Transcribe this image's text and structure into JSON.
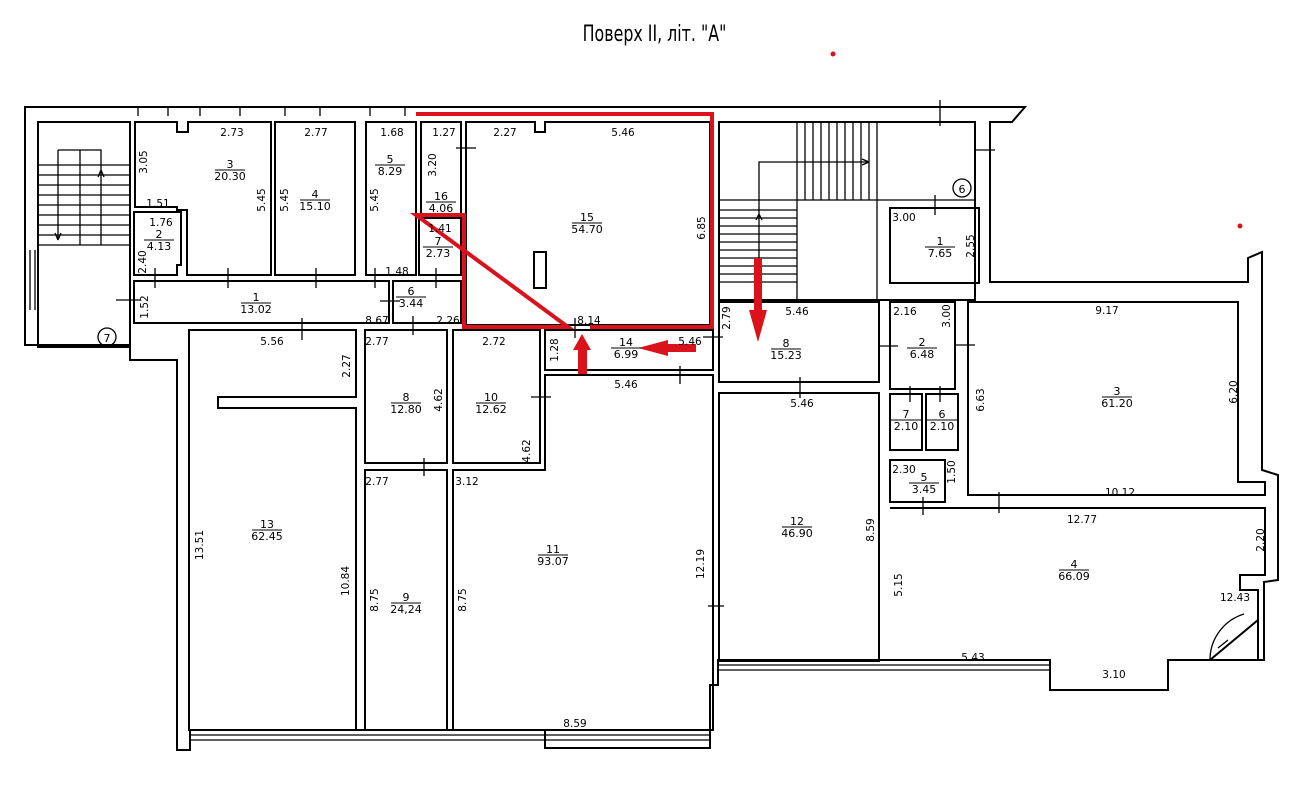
{
  "title": "Поверх II, літ. \"А\"",
  "colors": {
    "highlight": "#d9121b",
    "lines": "#000000"
  },
  "stair_markers": [
    "7",
    "6"
  ],
  "rooms": [
    {
      "num": "3",
      "area": "20.30"
    },
    {
      "num": "4",
      "area": "15.10"
    },
    {
      "num": "5",
      "area": "8.29"
    },
    {
      "num": "16",
      "area": "4.06"
    },
    {
      "num": "2",
      "area": "4.13"
    },
    {
      "num": "7",
      "area": "2.73"
    },
    {
      "num": "1",
      "area": "13.02"
    },
    {
      "num": "6",
      "area": "3.44"
    },
    {
      "num": "15",
      "area": "54.70"
    },
    {
      "num": "14",
      "area": "6.99"
    },
    {
      "num": "8",
      "area": "12.80"
    },
    {
      "num": "10",
      "area": "12.62"
    },
    {
      "num": "13",
      "area": "62.45"
    },
    {
      "num": "9",
      "area": "24,24"
    },
    {
      "num": "11",
      "area": "93.07"
    },
    {
      "num": "12",
      "area": "46.90"
    },
    {
      "num": "1",
      "area": "7.65"
    },
    {
      "num": "8",
      "area": "15.23"
    },
    {
      "num": "2",
      "area": "6.48"
    },
    {
      "num": "7",
      "area": "2.10"
    },
    {
      "num": "6",
      "area": "2.10"
    },
    {
      "num": "5",
      "area": "3.45"
    },
    {
      "num": "3",
      "area": "61.20"
    },
    {
      "num": "4",
      "area": "66.09"
    }
  ],
  "dims": [
    "2.73",
    "2.77",
    "1.68",
    "1.27",
    "2.27",
    "5.46",
    "3.05",
    "5.45",
    "5.45",
    "5.45",
    "3.20",
    "1.51",
    "1.76",
    "2.40",
    "1.48",
    "1.41",
    "1.52",
    "8.67",
    "2.26",
    "8.14",
    "6.85",
    "2.72",
    "1.28",
    "5.46",
    "5.46",
    "5.56",
    "2.27",
    "2.77",
    "4.62",
    "4.62",
    "2.77",
    "3.12",
    "13.51",
    "10.84",
    "8.75",
    "8.75",
    "12.19",
    "8.59",
    "2.79",
    "5.46",
    "5.46",
    "8.59",
    "3.00",
    "2.55",
    "2.16",
    "3.00",
    "9.17",
    "6.63",
    "6.20",
    "2.30",
    "1.50",
    "10.12",
    "12.77",
    "2.20",
    "5.15",
    "12.43",
    "5.43",
    "3.10"
  ]
}
